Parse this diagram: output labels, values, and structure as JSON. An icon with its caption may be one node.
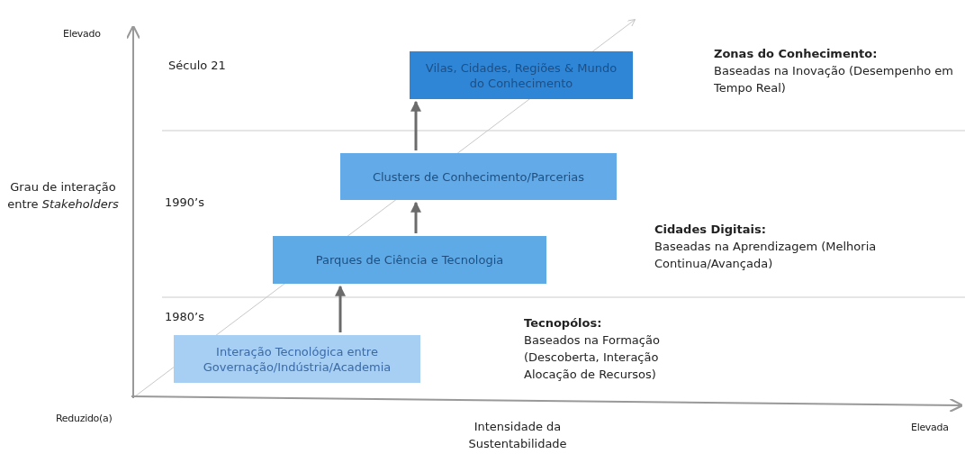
{
  "diagram": {
    "nodes": [
      {
        "text": [
          "Vilas, Cidades, Regiões & Mundo do Conhecimento"
        ]
      },
      {
        "text": [
          "Clusters de Conhecimento/Parcerias"
        ]
      },
      {
        "text": [
          "Parques de Ciência e Tecnologia"
        ]
      },
      {
        "text": [
          "Interação Tecnológica entre Governação/Indústria/Academia"
        ]
      }
    ],
    "edges": [
      {
        "from": 3,
        "to": 2,
        "arrow": "to"
      },
      {
        "from": 2,
        "to": 1,
        "arrow": "to"
      },
      {
        "from": 1,
        "to": 0,
        "arrow": "to"
      }
    ],
    "labels": [
      "Elevado",
      "Século 21",
      "Zonas do Conhecimento:",
      "Baseadas na Inovação (Desempenho em Tempo Real)",
      "Grau de interação entre *Stakeholders*",
      "1990’s",
      "Cidades Digitais:",
      "Baseadas na Aprendizagem (Melhoria Continua/Avançada)",
      "1980’s",
      "Tecnopólos:",
      "Baseados na Formação (Descoberta, Interação Alocação de Recursos)",
      "Reduzido(a)",
      "Intensidade da Sustentabilidade",
      "Elevada"
    ]
  }
}
